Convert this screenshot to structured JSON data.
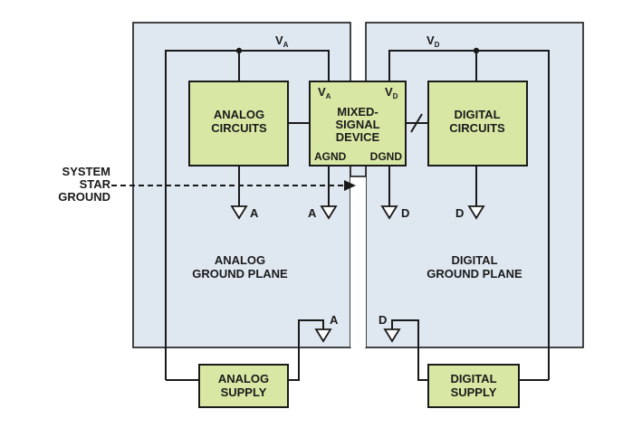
{
  "planes": {
    "analog": {
      "label_line1": "ANALOG",
      "label_line2": "GROUND PLANE"
    },
    "digital": {
      "label_line1": "DIGITAL",
      "label_line2": "GROUND PLANE"
    }
  },
  "blocks": {
    "analog_circuits": {
      "line1": "ANALOG",
      "line2": "CIRCUITS"
    },
    "digital_circuits": {
      "line1": "DIGITAL",
      "line2": "CIRCUITS"
    },
    "mixed_signal": {
      "line1": "MIXED-",
      "line2": "SIGNAL",
      "line3": "DEVICE",
      "agnd": "AGND",
      "dgnd": "DGND"
    },
    "analog_supply": {
      "line1": "ANALOG",
      "line2": "SUPPLY"
    },
    "digital_supply": {
      "line1": "DIGITAL",
      "line2": "SUPPLY"
    }
  },
  "rails": {
    "va": {
      "base": "V",
      "sub": "A"
    },
    "vd": {
      "base": "V",
      "sub": "D"
    }
  },
  "pins": {
    "va": {
      "base": "V",
      "sub": "A"
    },
    "vd": {
      "base": "V",
      "sub": "D"
    }
  },
  "grounds": {
    "analog_circuits": "A",
    "agnd": "A",
    "dgnd": "D",
    "digital_circuits": "D",
    "analog_supply": "A",
    "digital_supply": "D"
  },
  "star_ground": {
    "line1": "SYSTEM",
    "line2": "STAR",
    "line3": "GROUND"
  }
}
